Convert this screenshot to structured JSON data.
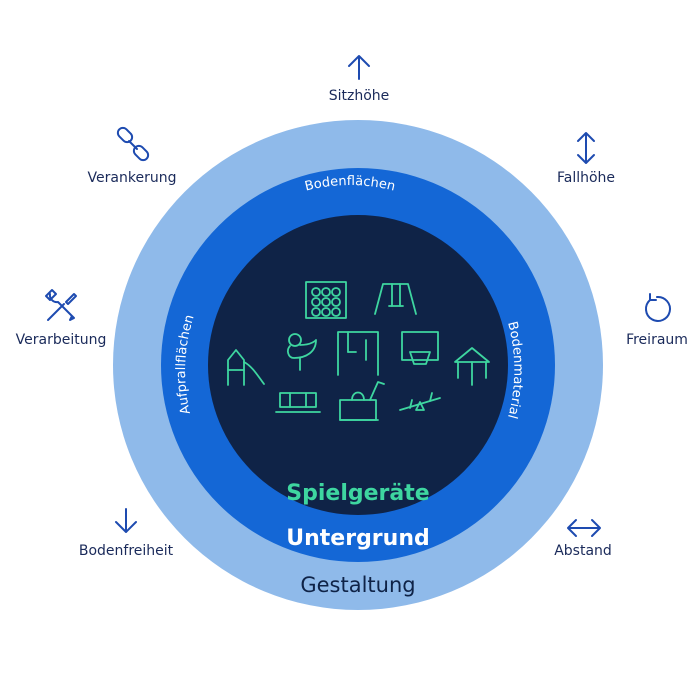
{
  "center": {
    "inner_label": "Spielgeräte",
    "middle_label": "Untergrund",
    "outer_label": "Gestaltung"
  },
  "ring_labels": {
    "top": "Bodenflächen",
    "right": "Bodenmaterial",
    "left": "Aufprallflächen"
  },
  "outer_items": [
    {
      "label": "Sitzhöhe",
      "icon": "arrow-up-icon"
    },
    {
      "label": "Fallhöhe",
      "icon": "arrow-up-down-icon"
    },
    {
      "label": "Freiraum",
      "icon": "rotate-icon"
    },
    {
      "label": "Abstand",
      "icon": "arrow-left-right-icon"
    },
    {
      "label": "Bodenfreiheit",
      "icon": "arrow-down-icon"
    },
    {
      "label": "Verarbeitung",
      "icon": "tools-icon"
    },
    {
      "label": "Verankerung",
      "icon": "chain-icon"
    }
  ],
  "colors": {
    "outer_ring": "#8fbaea",
    "middle_ring": "#1467d6",
    "inner_circle": "#0f2347",
    "accent_green": "#3ed6a0",
    "label_text": "#1a2a5a",
    "icon_blue": "#1e4bb0"
  }
}
